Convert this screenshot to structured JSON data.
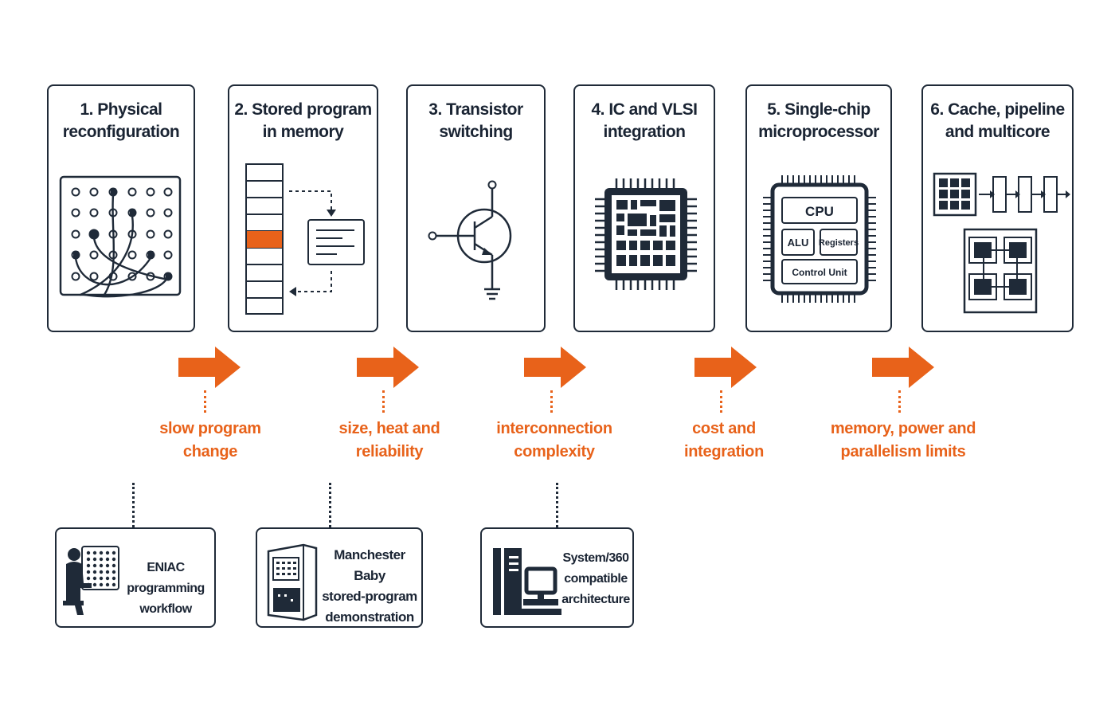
{
  "stages": [
    {
      "title": "1. Physical\nreconfiguration",
      "icon": "plugboard-icon"
    },
    {
      "title": "2. Stored program\nin memory",
      "icon": "memory-stack-icon"
    },
    {
      "title": "3. Transistor\nswitching",
      "icon": "transistor-icon"
    },
    {
      "title": "4. IC and VLSI\nintegration",
      "icon": "integrated-circuit-icon"
    },
    {
      "title": "5. Single-chip\nmicroprocessor",
      "icon": "microprocessor-icon",
      "blocks": {
        "cpu": "CPU",
        "alu": "ALU",
        "registers": "Registers",
        "control": "Control Unit"
      }
    },
    {
      "title": "6. Cache, pipeline\nand multicore",
      "icon": "cache-pipeline-multicore-icon"
    }
  ],
  "limitations": [
    "slow program\nchange",
    "size, heat and\nreliability",
    "interconnection\ncomplexity",
    "cost and\nintegration",
    "memory, power and\nparallelism limits"
  ],
  "examples": [
    {
      "text": "ENIAC programming\nworkflow",
      "icon": "operator-at-panel-icon"
    },
    {
      "text": "Manchester Baby\nstored-program\ndemonstration",
      "icon": "computer-cabinet-icon"
    },
    {
      "text": "System/360\ncompatible\narchitecture",
      "icon": "mainframe-terminal-icon"
    }
  ],
  "colors": {
    "accent": "#e8621a",
    "ink": "#1f2a38",
    "background": "#ffffff"
  }
}
